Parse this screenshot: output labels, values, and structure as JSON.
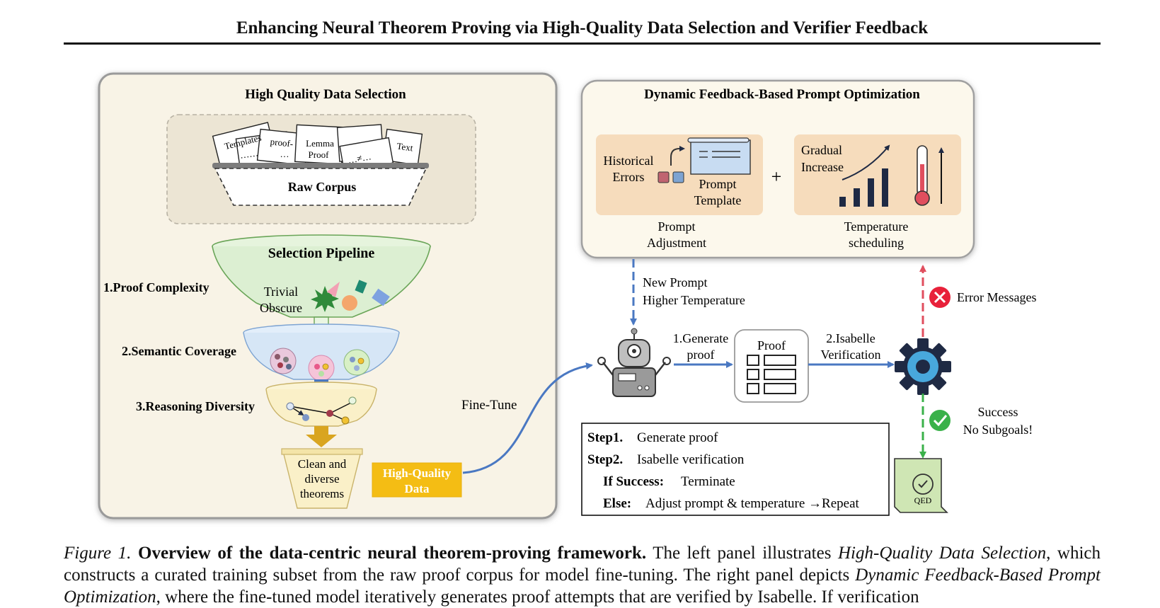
{
  "header": {
    "running_title": "Enhancing Neural Theorem Proving via High-Quality Data Selection and Verifier Feedback"
  },
  "left_panel": {
    "title": "High Quality Data Selection",
    "corpus": {
      "label": "Raw Corpus",
      "papers": [
        "Templates",
        "……",
        "proof-",
        "…",
        "Lemma",
        "Proof",
        "…≠…",
        "Text"
      ]
    },
    "pipeline": {
      "title": "Selection Pipeline",
      "filter_trivial": "Trivial",
      "filter_obscure": "Obscure",
      "steps": [
        "1.Proof Complexity",
        "2.Semantic Coverage",
        "3.Reasoning Diversity"
      ],
      "output": [
        "Clean and",
        "diverse",
        "theorems"
      ]
    },
    "hq_data": [
      "High-Quality",
      "Data"
    ],
    "fine_tune": "Fine-Tune"
  },
  "right_panel": {
    "title": "Dynamic Feedback-Based Prompt Optimization",
    "prompt_box": {
      "historical": [
        "Historical",
        "Errors"
      ],
      "template": [
        "Prompt",
        "Template"
      ],
      "caption": [
        "Prompt",
        "Adjustment"
      ]
    },
    "plus": "+",
    "temp_box": {
      "gradual": [
        "Gradual",
        "Increase"
      ],
      "caption": [
        "Temperature",
        "scheduling"
      ]
    },
    "new_prompt": [
      "New Prompt",
      "Higher Temperature"
    ],
    "generate": [
      "1.Generate",
      "proof"
    ],
    "proof": "Proof",
    "verification": [
      "2.Isabelle",
      "Verification"
    ],
    "error_messages": "Error Messages",
    "success": [
      "Success",
      "No Subgoals!"
    ],
    "qed": "QED",
    "steps": [
      {
        "key": "Step1.",
        "text": "Generate proof"
      },
      {
        "key": "Step2.",
        "text": "Isabelle verification"
      },
      {
        "key": "If Success:",
        "text": "Terminate"
      },
      {
        "key": "Else:",
        "text": "Adjust prompt & temperature →Repeat"
      }
    ]
  },
  "caption": {
    "label": "Figure 1.",
    "bold": "Overview of the data-centric neural theorem-proving framework.",
    "t1": " The left panel illustrates ",
    "e1": "High-Quality Data Selection",
    "t2": ", which constructs a curated training subset from the raw proof corpus for model fine-tuning. The right panel depicts ",
    "e2": "Dynamic Feedback-Based Prompt Optimization",
    "t3": ", where the fine-tuned model iteratively generates proof attempts that are verified by Isabelle. If verification"
  },
  "colors": {
    "left_bg": "#f8f3e6",
    "right_bg": "#fcf8ec",
    "box_peach": "#f6dcbc",
    "funnel_green": "#dcefd2",
    "funnel_blue": "#d6e6f6",
    "funnel_yellow": "#faf0c8",
    "hq_gold": "#f4bd14",
    "arrow_blue": "#4a78c2",
    "error_red": "#e04e5e",
    "success_green": "#3ab14a",
    "gear_blue": "#48a8dc",
    "qed_green": "#cfe6b4"
  }
}
